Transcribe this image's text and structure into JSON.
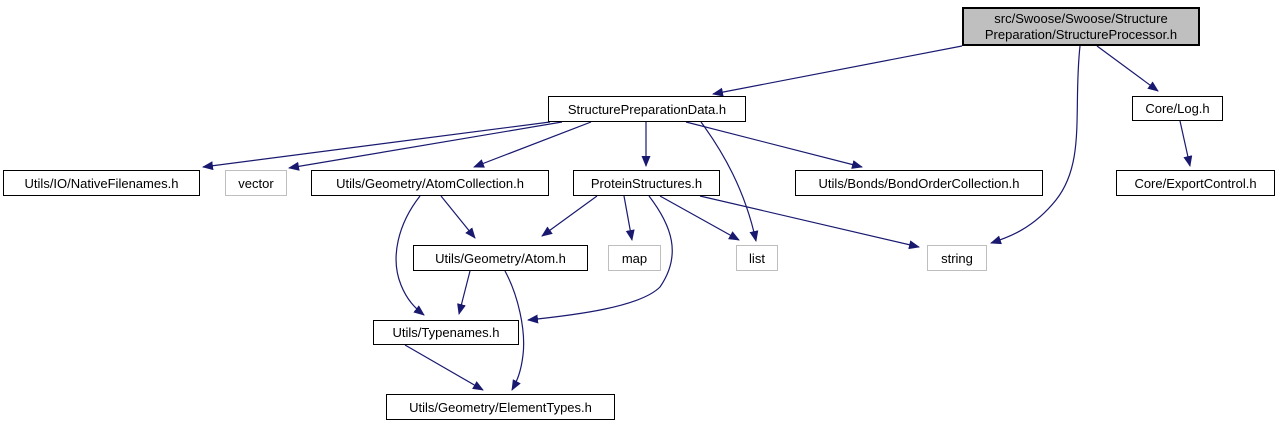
{
  "diagram": {
    "kind": "include-dependency-graph",
    "colors": {
      "edge": "#191970",
      "node_border": "#000000",
      "system_node_border": "#bebebe",
      "root_fill": "#bfbfbf",
      "node_fill": "#ffffff",
      "text": "#000000",
      "background": "#ffffff"
    },
    "nodes": [
      {
        "id": "structure-processor",
        "label": "src/Swoose/Swoose/StructurePreparation/StructureProcessor.h",
        "lines": [
          "src/Swoose/Swoose/Structure",
          "Preparation/StructureProcessor.h"
        ],
        "type": "root"
      },
      {
        "id": "structure-preparation-data",
        "label": "StructurePreparationData.h",
        "type": "header"
      },
      {
        "id": "core-log",
        "label": "Core/Log.h",
        "type": "header"
      },
      {
        "id": "native-filenames",
        "label": "Utils/IO/NativeFilenames.h",
        "type": "header"
      },
      {
        "id": "vector",
        "label": "vector",
        "type": "system"
      },
      {
        "id": "atom-collection",
        "label": "Utils/Geometry/AtomCollection.h",
        "type": "header"
      },
      {
        "id": "protein-structures",
        "label": "ProteinStructures.h",
        "type": "header"
      },
      {
        "id": "bond-order-collection",
        "label": "Utils/Bonds/BondOrderCollection.h",
        "type": "header"
      },
      {
        "id": "core-export-control",
        "label": "Core/ExportControl.h",
        "type": "header"
      },
      {
        "id": "atom",
        "label": "Utils/Geometry/Atom.h",
        "type": "header"
      },
      {
        "id": "map",
        "label": "map",
        "type": "system"
      },
      {
        "id": "list",
        "label": "list",
        "type": "system"
      },
      {
        "id": "string",
        "label": "string",
        "type": "system"
      },
      {
        "id": "typenames",
        "label": "Utils/Typenames.h",
        "type": "header"
      },
      {
        "id": "element-types",
        "label": "Utils/Geometry/ElementTypes.h",
        "type": "header"
      }
    ],
    "edges": [
      {
        "from": "structure-processor",
        "to": "structure-preparation-data"
      },
      {
        "from": "structure-processor",
        "to": "core-log"
      },
      {
        "from": "structure-processor",
        "to": "string"
      },
      {
        "from": "core-log",
        "to": "core-export-control"
      },
      {
        "from": "structure-preparation-data",
        "to": "native-filenames"
      },
      {
        "from": "structure-preparation-data",
        "to": "vector"
      },
      {
        "from": "structure-preparation-data",
        "to": "atom-collection"
      },
      {
        "from": "structure-preparation-data",
        "to": "protein-structures"
      },
      {
        "from": "structure-preparation-data",
        "to": "bond-order-collection"
      },
      {
        "from": "structure-preparation-data",
        "to": "list"
      },
      {
        "from": "atom-collection",
        "to": "atom"
      },
      {
        "from": "atom-collection",
        "to": "typenames"
      },
      {
        "from": "protein-structures",
        "to": "atom"
      },
      {
        "from": "protein-structures",
        "to": "map"
      },
      {
        "from": "protein-structures",
        "to": "list"
      },
      {
        "from": "protein-structures",
        "to": "string"
      },
      {
        "from": "protein-structures",
        "to": "typenames"
      },
      {
        "from": "atom",
        "to": "typenames"
      },
      {
        "from": "atom",
        "to": "element-types"
      },
      {
        "from": "typenames",
        "to": "element-types"
      }
    ]
  }
}
